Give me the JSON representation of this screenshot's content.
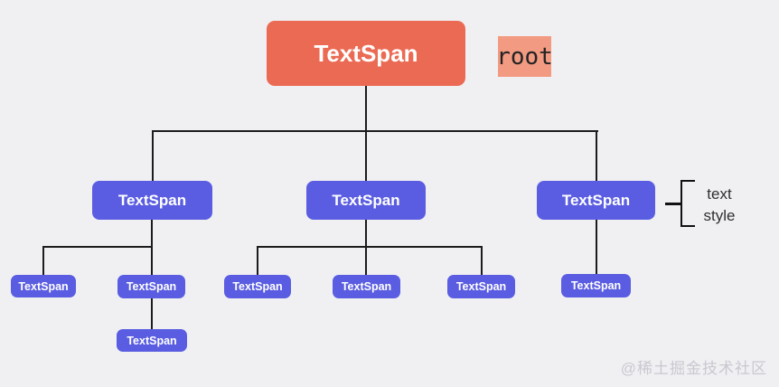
{
  "diagram": {
    "root": {
      "label": "TextSpan"
    },
    "root_tag": "root",
    "level2": [
      {
        "label": "TextSpan"
      },
      {
        "label": "TextSpan"
      },
      {
        "label": "TextSpan"
      }
    ],
    "level3": [
      {
        "label": "TextSpan"
      },
      {
        "label": "TextSpan"
      },
      {
        "label": "TextSpan"
      },
      {
        "label": "TextSpan"
      },
      {
        "label": "TextSpan"
      },
      {
        "label": "TextSpan"
      }
    ],
    "level4": [
      {
        "label": "TextSpan"
      }
    ],
    "annotation": {
      "line1": "text",
      "line2": "style"
    }
  },
  "watermark": "@稀土掘金技术社区",
  "colors": {
    "background": "#f0f0f3",
    "root_fill": "#eb6a54",
    "root_tag_bg": "#f29b82",
    "node_fill": "#5a5de1",
    "node_text": "#ffffff",
    "line": "#1c1c1c",
    "annotation_text": "#2f2f2f",
    "watermark_text": "#c8c8cf"
  }
}
